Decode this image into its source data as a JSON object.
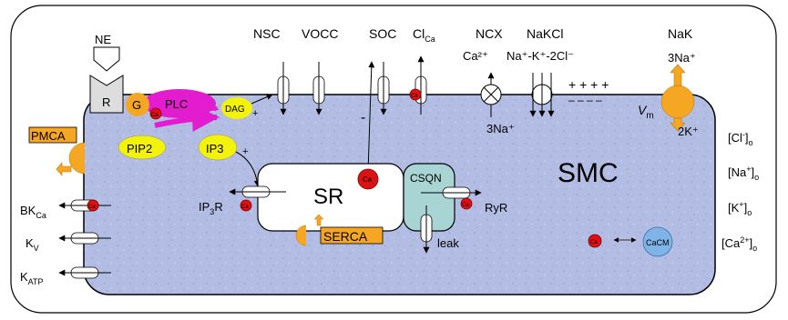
{
  "colors": {
    "cell_fill": "#b3bde3",
    "cell_stroke": "#000000",
    "ca_red": "#dd1111",
    "orange": "#f5a623",
    "plc_magenta": "#e31ccf",
    "yellow": "#f2f20a",
    "csqn_teal": "#a9d4d4",
    "cacm_blue": "#7fb4e8",
    "receptor_gray": "#dddddd"
  },
  "top_labels": {
    "ne": "NE",
    "r": "R",
    "nsc": "NSC",
    "vocc": "VOCC",
    "soc": "SOC",
    "cl_ca_main": "Cl",
    "cl_ca_sub": "Ca",
    "ncx": "NCX",
    "nakcl": "NaKCl",
    "nak": "NaK"
  },
  "ions": {
    "ncx_top": "Ca²⁺",
    "ncx_bottom": "3Na⁺",
    "nakcl": "Na⁺-K⁺-2Cl⁻",
    "nak_top": "3Na⁺",
    "nak_bottom": "2K⁺",
    "plus_signs": "+ + + +",
    "minus_signs": "– – – –",
    "vm_main": "V",
    "vm_sub": "m"
  },
  "signaling": {
    "g": "G",
    "plc": "PLC",
    "dag": "DAG",
    "pip2": "PIP2",
    "ip3": "IP3",
    "plus": "+",
    "minus": "-",
    "ca": "Ca"
  },
  "organelles": {
    "sr": "SR",
    "csqn": "CSQN",
    "serca": "SERCA",
    "ryr": "RyR",
    "leak": "leak",
    "ip3r_a": "IP",
    "ip3r_b": "3",
    "ip3r_c": "R",
    "smc": "SMC",
    "cacm": "CaCM"
  },
  "left_channels": {
    "pmca": "PMCA",
    "bk_main": "BK",
    "bk_sub": "Ca",
    "kv_main": "K",
    "kv_sub": "V",
    "katp_main": "K",
    "katp_sub": "ATP"
  },
  "right_concentrations": [
    {
      "pre": "[Cl",
      "sup": "-",
      "post": "]",
      "sub": "o"
    },
    {
      "pre": "[Na",
      "sup": "+",
      "post": "]",
      "sub": "o"
    },
    {
      "pre": "[K",
      "sup": "+",
      "post": "]",
      "sub": "o"
    },
    {
      "pre": "[Ca",
      "sup": "2+",
      "post": "]",
      "sub": "o"
    }
  ]
}
